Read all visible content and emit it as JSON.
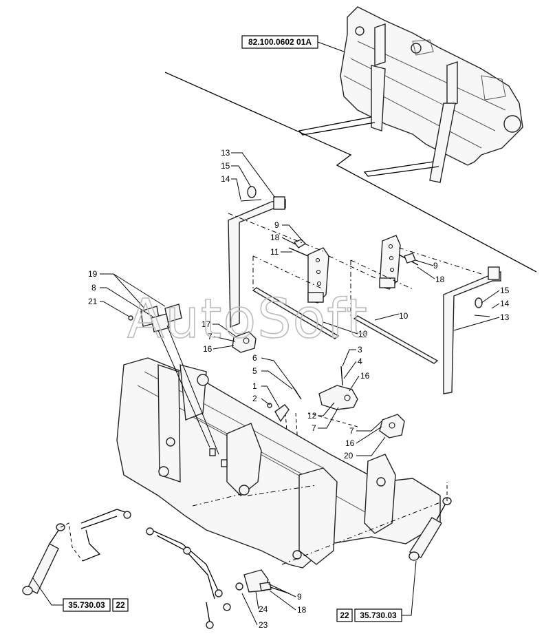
{
  "watermark": "AutoSoft",
  "references": {
    "top": "82.100.0602 01A",
    "left_code": "35.730.03",
    "left_num": "22",
    "right_code": "35.730.03",
    "right_num": "22"
  },
  "callouts": [
    "13",
    "15",
    "14",
    "9",
    "18",
    "11",
    "9",
    "18",
    "15",
    "14",
    "13",
    "19",
    "8",
    "21",
    "10",
    "10",
    "17",
    "7",
    "16",
    "3",
    "4",
    "16",
    "6",
    "5",
    "1",
    "2",
    "12",
    "7",
    "7",
    "16",
    "20",
    "9",
    "24",
    "18",
    "23"
  ]
}
